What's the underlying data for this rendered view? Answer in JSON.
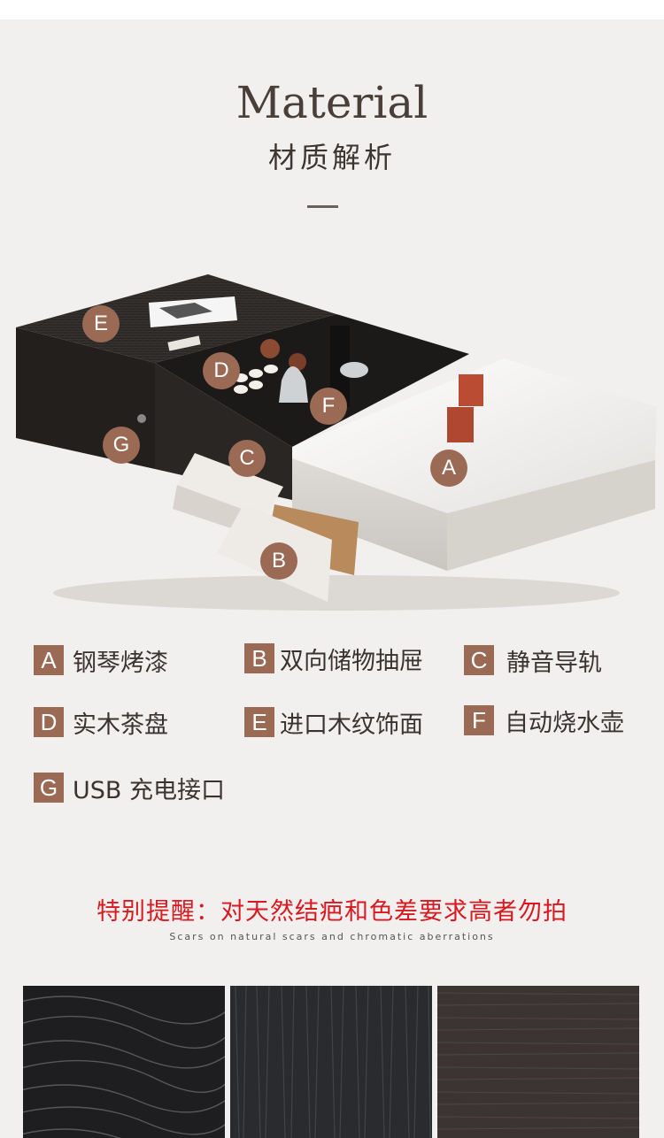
{
  "header": {
    "title_en": "Material",
    "title_cn": "材质解析"
  },
  "markers": [
    {
      "letter": "A"
    },
    {
      "letter": "B"
    },
    {
      "letter": "C"
    },
    {
      "letter": "D"
    },
    {
      "letter": "E"
    },
    {
      "letter": "F"
    },
    {
      "letter": "G"
    }
  ],
  "legend": [
    {
      "letter": "A",
      "label": "钢琴烤漆"
    },
    {
      "letter": "B",
      "label": "双向储物抽屉"
    },
    {
      "letter": "C",
      "label": "静音导轨"
    },
    {
      "letter": "D",
      "label": "实木茶盘"
    },
    {
      "letter": "E",
      "label": "进口木纹饰面"
    },
    {
      "letter": "F",
      "label": "自动烧水壶"
    },
    {
      "letter": "G",
      "label": "USB 充电接口"
    }
  ],
  "notice": {
    "text": "特别提醒：对天然结疤和色差要求高者勿拍",
    "subtext": "Scars on natural scars and chromatic aberrations"
  },
  "colors": {
    "accent": "#9a6a55",
    "notice": "#d9181f",
    "title": "#4a3f38"
  }
}
